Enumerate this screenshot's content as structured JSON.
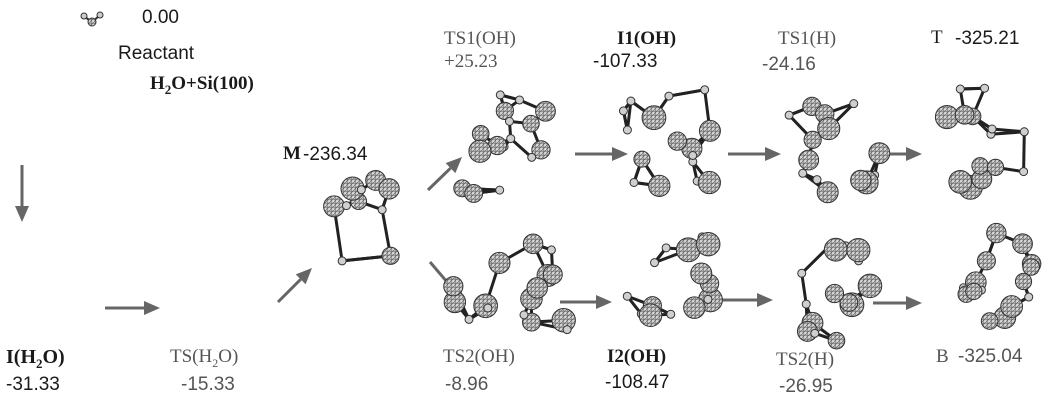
{
  "species": {
    "reactant": {
      "energy": "0.00",
      "label": "Reactant",
      "formula": "H",
      "sub": "2",
      "formula_rest": "O+Si(100)"
    },
    "i_h2o": {
      "label": "I(H",
      "sub": "2",
      "label_rest": "O)",
      "energy": "-31.33"
    },
    "ts_h2o": {
      "label": "TS(H",
      "sub": "2",
      "label_rest": "O)",
      "energy": "-15.33"
    },
    "m": {
      "label": "M",
      "energy": "-236.34"
    },
    "ts1_oh": {
      "label": "TS1(OH)",
      "energy": "+25.23"
    },
    "i1_oh": {
      "label": "I1(OH)",
      "energy": "-107.33"
    },
    "ts1_h": {
      "label": "TS1(H)",
      "energy": "-24.16"
    },
    "t": {
      "label": "T",
      "energy": "-325.21"
    },
    "ts2_oh": {
      "label": "TS2(OH)",
      "energy": "-8.96"
    },
    "i2_oh": {
      "label": "I2(OH)",
      "energy": "-108.47"
    },
    "ts2_h": {
      "label": "TS2(H)",
      "energy": "-26.95"
    },
    "b": {
      "label": "B",
      "energy": "-325.04"
    }
  },
  "colors": {
    "text": "#1a1a1a",
    "atom_fill": "#bdbdbd",
    "atom_stroke": "#333333",
    "arrow": "#666666"
  },
  "icons": [
    "molecule-structure-icon",
    "reaction-arrow-icon"
  ]
}
